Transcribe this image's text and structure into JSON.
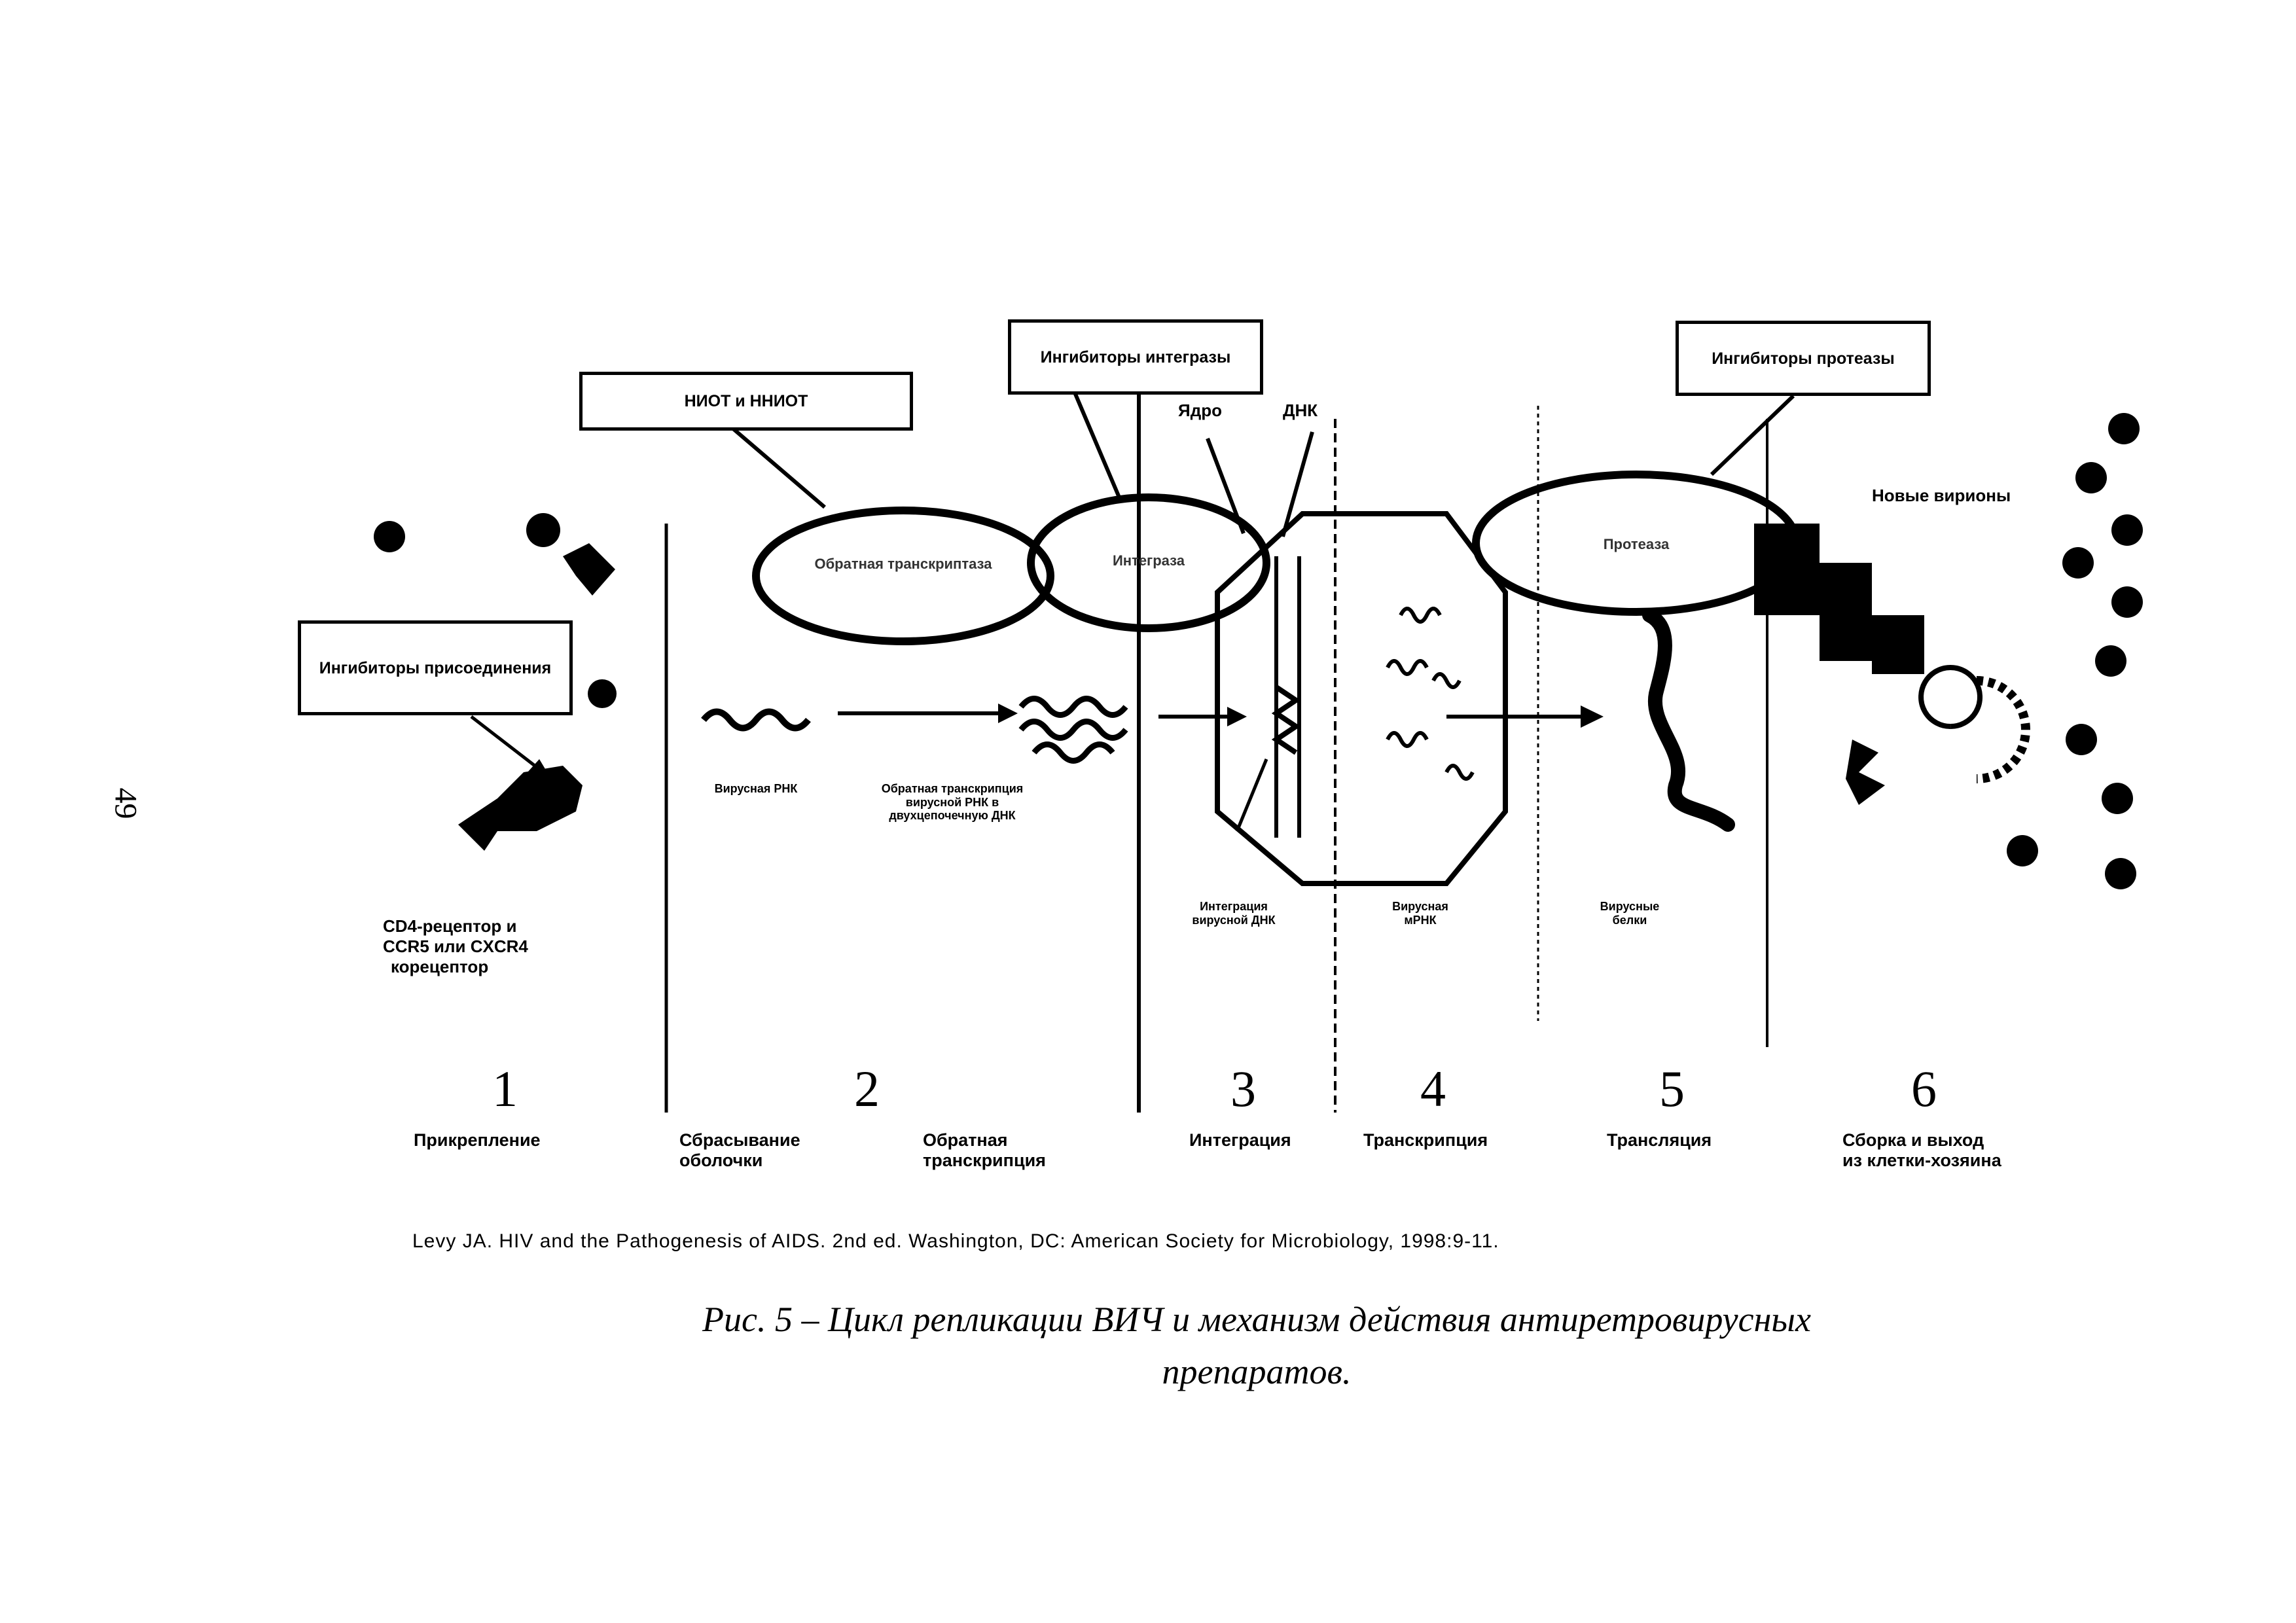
{
  "page_number": "49",
  "boxes": {
    "nrti": "НИОТ и ННИОТ",
    "integrase_inhibitors": "Ингибиторы интегразы",
    "protease_inhibitors": "Ингибиторы протеазы",
    "attachment_inhibitors": "Ингибиторы присоединения"
  },
  "ovals": {
    "reverse_transcriptase": "Обратная транскриптаза",
    "integrase": "Интеграза",
    "protease": "Протеаза"
  },
  "labels": {
    "core": "Ядро",
    "dna": "ДНК",
    "new_virions": "Новые вирионы",
    "receptor": [
      "CD4-рецептор и",
      "CCR5 или CXCR4",
      "корецептор"
    ],
    "viral_rna": "Вирусная РНК",
    "dna_copy": [
      "Обратная транскрипция",
      "вирусной РНК в",
      "двухцепочечную ДНК"
    ],
    "integration_sub": [
      "Интеграция",
      "вирусной ДНК"
    ],
    "viral_mrna": [
      "Вирусная",
      "мРНК"
    ],
    "viral_proteins": [
      "Вирусные",
      "белки"
    ]
  },
  "steps": [
    {
      "num": "1",
      "names": [
        "Прикрепление"
      ]
    },
    {
      "num": "2",
      "names": [
        "Сбрасывание",
        "оболочки"
      ],
      "names2": [
        "Обратная",
        "транскрипция"
      ]
    },
    {
      "num": "3",
      "names": [
        "Интеграция"
      ]
    },
    {
      "num": "4",
      "names": [
        "Транскрипция"
      ]
    },
    {
      "num": "5",
      "names": [
        "Трансляция"
      ]
    },
    {
      "num": "6",
      "names": [
        "Сборка и выход",
        "из клетки-хозяина"
      ]
    }
  ],
  "source": "Levy JA. HIV and the Pathogenesis of AIDS. 2nd ed. Washington, DC: American Society for Microbiology, 1998:9-11.",
  "caption": {
    "line1": "Рис. 5 – Цикл репликации ВИЧ и механизм действия антиретровирусных",
    "line2": "препаратов."
  }
}
